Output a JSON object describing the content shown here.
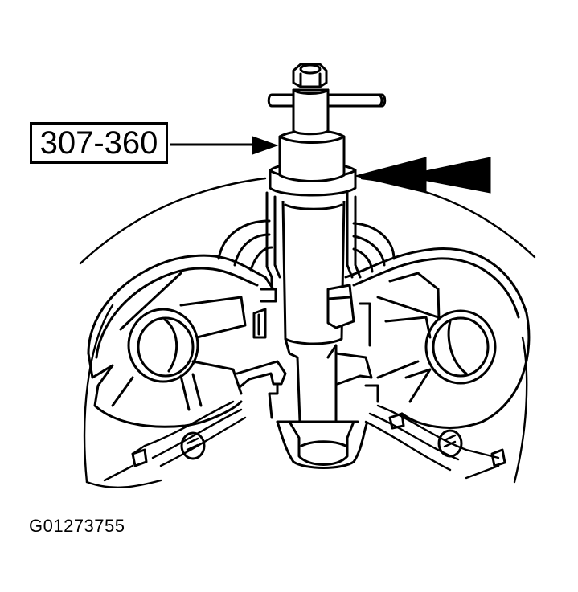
{
  "diagram": {
    "type": "technical-illustration",
    "subject": "Special service tool installed on differential carrier housing",
    "tool_callout": {
      "label": "307-360",
      "points_to": "tool-body"
    },
    "direction_arrow": {
      "style": "double-headed-solid",
      "direction": "left",
      "points_to": "tool-collar"
    },
    "figure_id": "G01273755",
    "colors": {
      "line": "#000000",
      "background": "#ffffff"
    }
  }
}
